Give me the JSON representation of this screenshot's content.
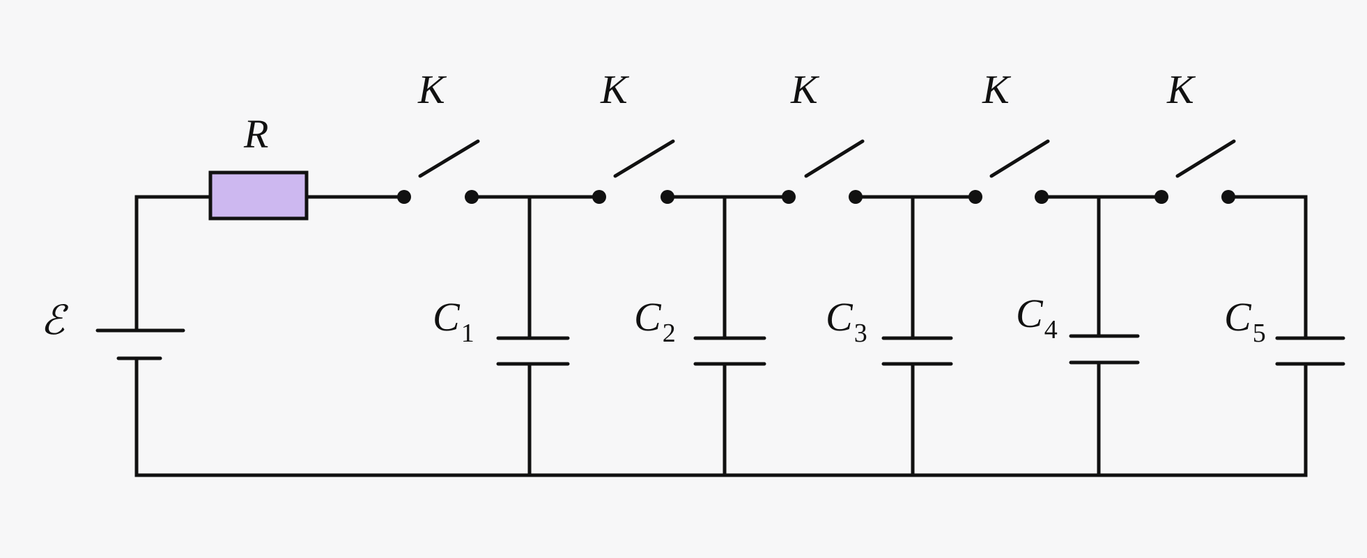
{
  "diagram": {
    "type": "circuit-schematic",
    "colors": {
      "background": "#f7f7f8",
      "wire": "#111111",
      "resistor_fill": "#cdb8f0"
    },
    "emf_label": "ℰ",
    "resistor_label": "R",
    "switch_label": "K",
    "capacitors": [
      {
        "letter": "C",
        "subscript": "1"
      },
      {
        "letter": "C",
        "subscript": "2"
      },
      {
        "letter": "C",
        "subscript": "3"
      },
      {
        "letter": "C",
        "subscript": "4"
      },
      {
        "letter": "C",
        "subscript": "5"
      }
    ],
    "switch_count": 5,
    "switch_state": "open"
  }
}
